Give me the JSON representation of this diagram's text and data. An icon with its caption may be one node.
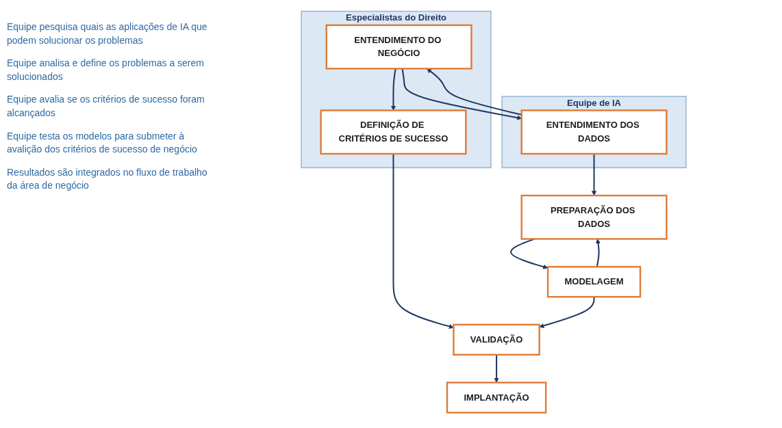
{
  "diagram": {
    "nodes": [
      {
        "text": [
          "Especialistas do Direito"
        ]
      },
      {
        "text": [
          "Equipe de IA"
        ]
      },
      {
        "text": [
          "ENTENDIMENTO DO NEGÓCIO"
        ],
        "in": 0
      },
      {
        "text": [
          "ENTENDIMENTO DOS DADOS"
        ],
        "in": 1
      },
      {
        "text": [
          "DEFINIÇÃO DE CRITÉRIOS DE SUCESSO"
        ],
        "in": 0
      },
      {
        "text": [
          "PREPARAÇÃO DOS DADOS"
        ]
      },
      {
        "text": [
          "MODELAGEM"
        ]
      },
      {
        "text": [
          "VALIDAÇÃO"
        ]
      },
      {
        "text": [
          "IMPLANTAÇÃO"
        ]
      }
    ],
    "edges": [
      {
        "from": 2,
        "to": 3,
        "arrow": "to"
      },
      {
        "from": 3,
        "to": 2,
        "arrow": "to"
      },
      {
        "from": 2,
        "to": 4,
        "arrow": "to"
      },
      {
        "from": 3,
        "to": 5,
        "arrow": "to"
      },
      {
        "from": 5,
        "to": 6,
        "arrow": "to"
      },
      {
        "from": 6,
        "to": 5,
        "arrow": "to"
      },
      {
        "from": 4,
        "to": 7,
        "arrow": "to"
      },
      {
        "from": 6,
        "to": 7,
        "arrow": "to"
      },
      {
        "from": 7,
        "to": 8,
        "arrow": "to"
      }
    ],
    "labels": [
      "Equipe pesquisa quais as aplicações de IA que podem solucionar os problemas",
      "Equipe analisa e define os problemas a serem solucionados",
      "Equipe avalia se os critérios de sucesso foram alcançados",
      "Equipe testa os modelos para submeter à avalição dos critérios de sucesso de negócio",
      "Resultados são integrados no fluxo de trabalho da área de negócio"
    ]
  }
}
